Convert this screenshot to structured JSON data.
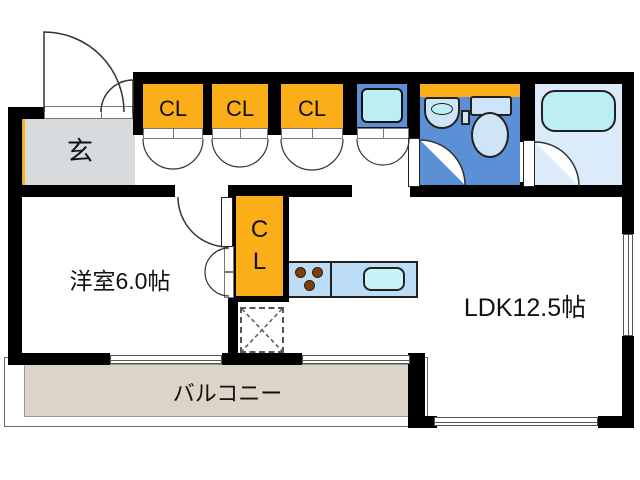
{
  "rooms": {
    "entrance": {
      "label": "玄"
    },
    "western_room": {
      "label": "洋室6.0帖"
    },
    "ldk": {
      "label": "LDK12.5帖"
    },
    "balcony": {
      "label": "バルコニー"
    },
    "closet_1": {
      "label": "CL"
    },
    "closet_2": {
      "label": "CL"
    },
    "closet_3": {
      "label": "CL"
    },
    "closet_hall": {
      "line1": "C",
      "line2": "L"
    }
  },
  "colors": {
    "closet_orange": "#FBAE17",
    "toilet_blue": "#5B8FD6",
    "bathroom_blue": "#DCEBF9",
    "fixture_light_blue": "#CFE4F7",
    "tub_cyan": "#BCEFF4",
    "kitchen_counter_blue": "#BDDCF5",
    "sink_cyan": "#C8F4F8",
    "entrance_gray": "#D8DBDD",
    "balcony_beige": "#DCD4C6",
    "burner_brown": "#7A4012",
    "wall_black": "#000000"
  }
}
